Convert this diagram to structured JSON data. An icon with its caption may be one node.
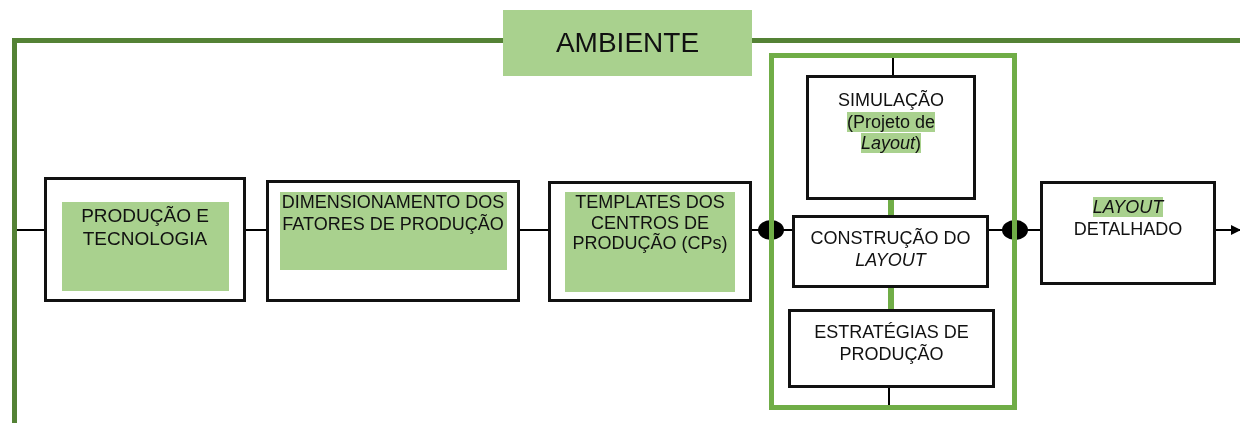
{
  "diagram": {
    "nodes": [
      {
        "text": [
          "AMBIENTE"
        ]
      },
      {
        "text": [
          "PRODUÇÃO E TECNOLOGIA"
        ],
        "in": 0
      },
      {
        "text": [
          "DIMENSIONAMENTO DOS FATORES DE PRODUÇÃO"
        ],
        "in": 0
      },
      {
        "text": [
          "TEMPLATES DOS CENTROS DE PRODUÇÃO (CPs)"
        ],
        "in": 0
      },
      {
        "text": [],
        "shape": "box",
        "in": 0
      },
      {
        "text": [
          "SIMULAÇÃO",
          "(Projeto de *Layout*)"
        ],
        "in": 4
      },
      {
        "text": [
          "CONSTRUÇÃO DO *LAYOUT*"
        ],
        "in": 4
      },
      {
        "text": [
          "ESTRATÉGIAS DE PRODUÇÃO"
        ],
        "in": 4
      },
      {
        "text": [
          "LAYOUT",
          "DETALHADO"
        ],
        "in": 0
      }
    ],
    "edges": [
      {
        "from": null,
        "to": 1,
        "arrow": "none"
      },
      {
        "from": 1,
        "to": 2,
        "arrow": "none"
      },
      {
        "from": 2,
        "to": 3,
        "arrow": "none"
      },
      {
        "from": 3,
        "to": 6,
        "arrow": "none"
      },
      {
        "from": 6,
        "to": 8,
        "arrow": "none"
      },
      {
        "from": 8,
        "to": null,
        "arrow": "to"
      },
      {
        "from": 5,
        "to": 6,
        "arrow": "none",
        "style": "thick",
        "color": "#70ad47"
      },
      {
        "from": 6,
        "to": 7,
        "arrow": "none",
        "style": "thick",
        "color": "#70ad47"
      },
      {
        "from": null,
        "to": 5,
        "arrow": "none"
      },
      {
        "from": 7,
        "to": null,
        "arrow": "none"
      }
    ]
  }
}
